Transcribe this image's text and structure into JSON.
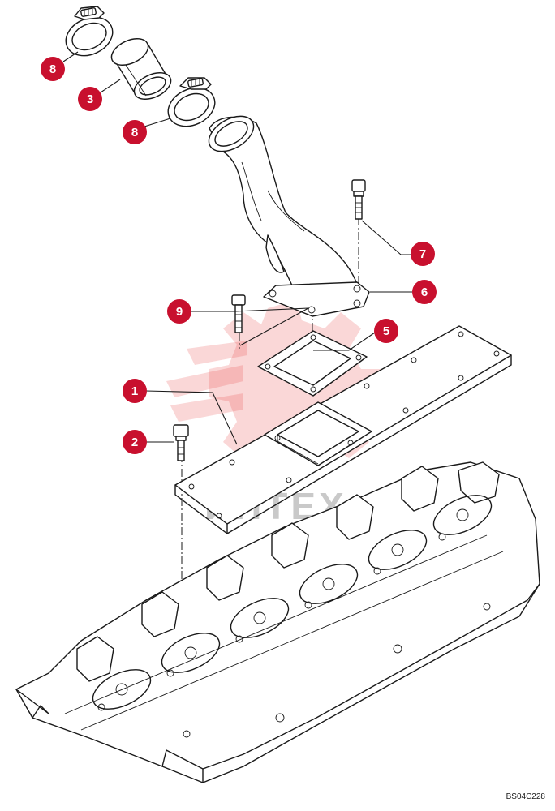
{
  "diagram": {
    "callouts": [
      {
        "id": "callout-8-top",
        "label": "8"
      },
      {
        "id": "callout-3",
        "label": "3"
      },
      {
        "id": "callout-8-mid",
        "label": "8"
      },
      {
        "id": "callout-7",
        "label": "7"
      },
      {
        "id": "callout-6",
        "label": "6"
      },
      {
        "id": "callout-9",
        "label": "9"
      },
      {
        "id": "callout-5",
        "label": "5"
      },
      {
        "id": "callout-1",
        "label": "1"
      },
      {
        "id": "callout-2",
        "label": "2"
      }
    ],
    "watermark_text": "ИНТЕХ",
    "drawing_code": "BS04C228",
    "colors": {
      "callout": "#c8102e",
      "watermark": "#e6474b",
      "line": "#1a1a1a"
    }
  }
}
